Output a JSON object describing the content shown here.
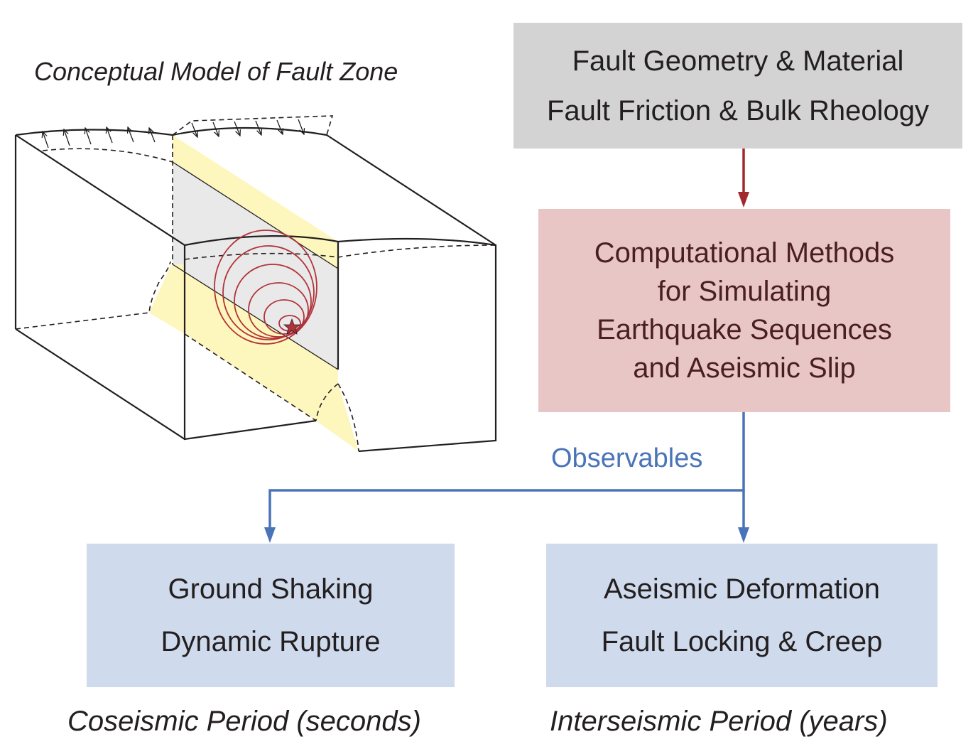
{
  "model": {
    "title": "Conceptual Model of Fault Zone"
  },
  "inputs": {
    "lines": [
      "Fault Geometry & Material",
      "Fault Friction & Bulk Rheology"
    ]
  },
  "methods": {
    "lines": [
      "Computational Methods",
      "for Simulating",
      "Earthquake Sequences",
      "and Aseismic Slip"
    ]
  },
  "observables_label": "Observables",
  "coseismic": {
    "lines": [
      "Ground Shaking",
      "Dynamic Rupture"
    ],
    "caption": "Coseismic Period (seconds)"
  },
  "interseismic": {
    "lines": [
      "Aseismic Deformation",
      "Fault Locking & Creep"
    ],
    "caption": "Interseismic Period (years)"
  },
  "colors": {
    "input_box": "#d3d3d3",
    "methods_box": "#e8c6c6",
    "output_box": "#cfdbec",
    "input_arrow": "#a3282e",
    "observable_arrow": "#4a74b8",
    "fault_zone": "#fdf6bd",
    "fault_plane": "#e9e9e9",
    "slip_contours": "#b2323a"
  },
  "icons": {
    "hypocenter": "star-icon"
  }
}
